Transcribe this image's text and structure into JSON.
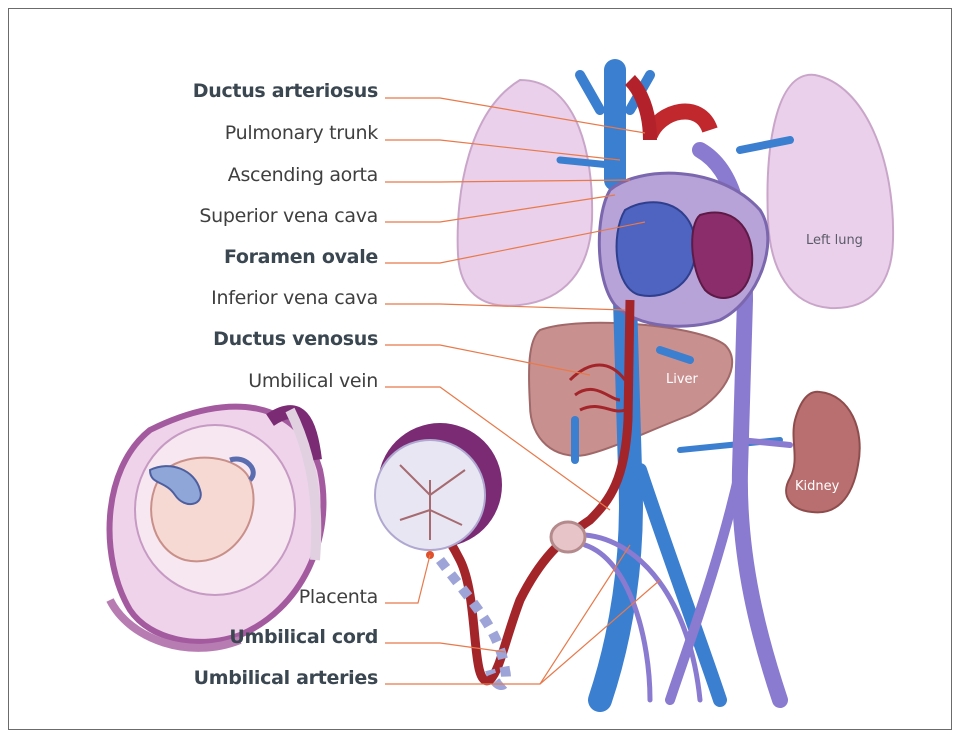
{
  "labels": {
    "ductus_arteriosus": "Ductus arteriosus",
    "pulmonary_trunk": "Pulmonary trunk",
    "ascending_aorta": "Ascending aorta",
    "superior_vena_cava": "Superior vena cava",
    "foramen_ovale": "Foramen ovale",
    "inferior_vena_cava": "Inferior vena cava",
    "ductus_venosus": "Ductus venosus",
    "umbilical_vein": "Umbilical vein",
    "placenta": "Placenta",
    "umbilical_cord": "Umbilical cord",
    "umbilical_arteries": "Umbilical arteries"
  },
  "organs": {
    "left_lung": "Left lung",
    "liver": "Liver",
    "kidney": "Kidney"
  },
  "colors": {
    "leader_line": "#e8794a",
    "vein": "#3b7fd0",
    "artery": "#b3222a",
    "lung": "#e7c6e6",
    "liver": "#c48a8a",
    "kidney": "#b56a6a",
    "purple_vessel": "#8a7ad0"
  }
}
